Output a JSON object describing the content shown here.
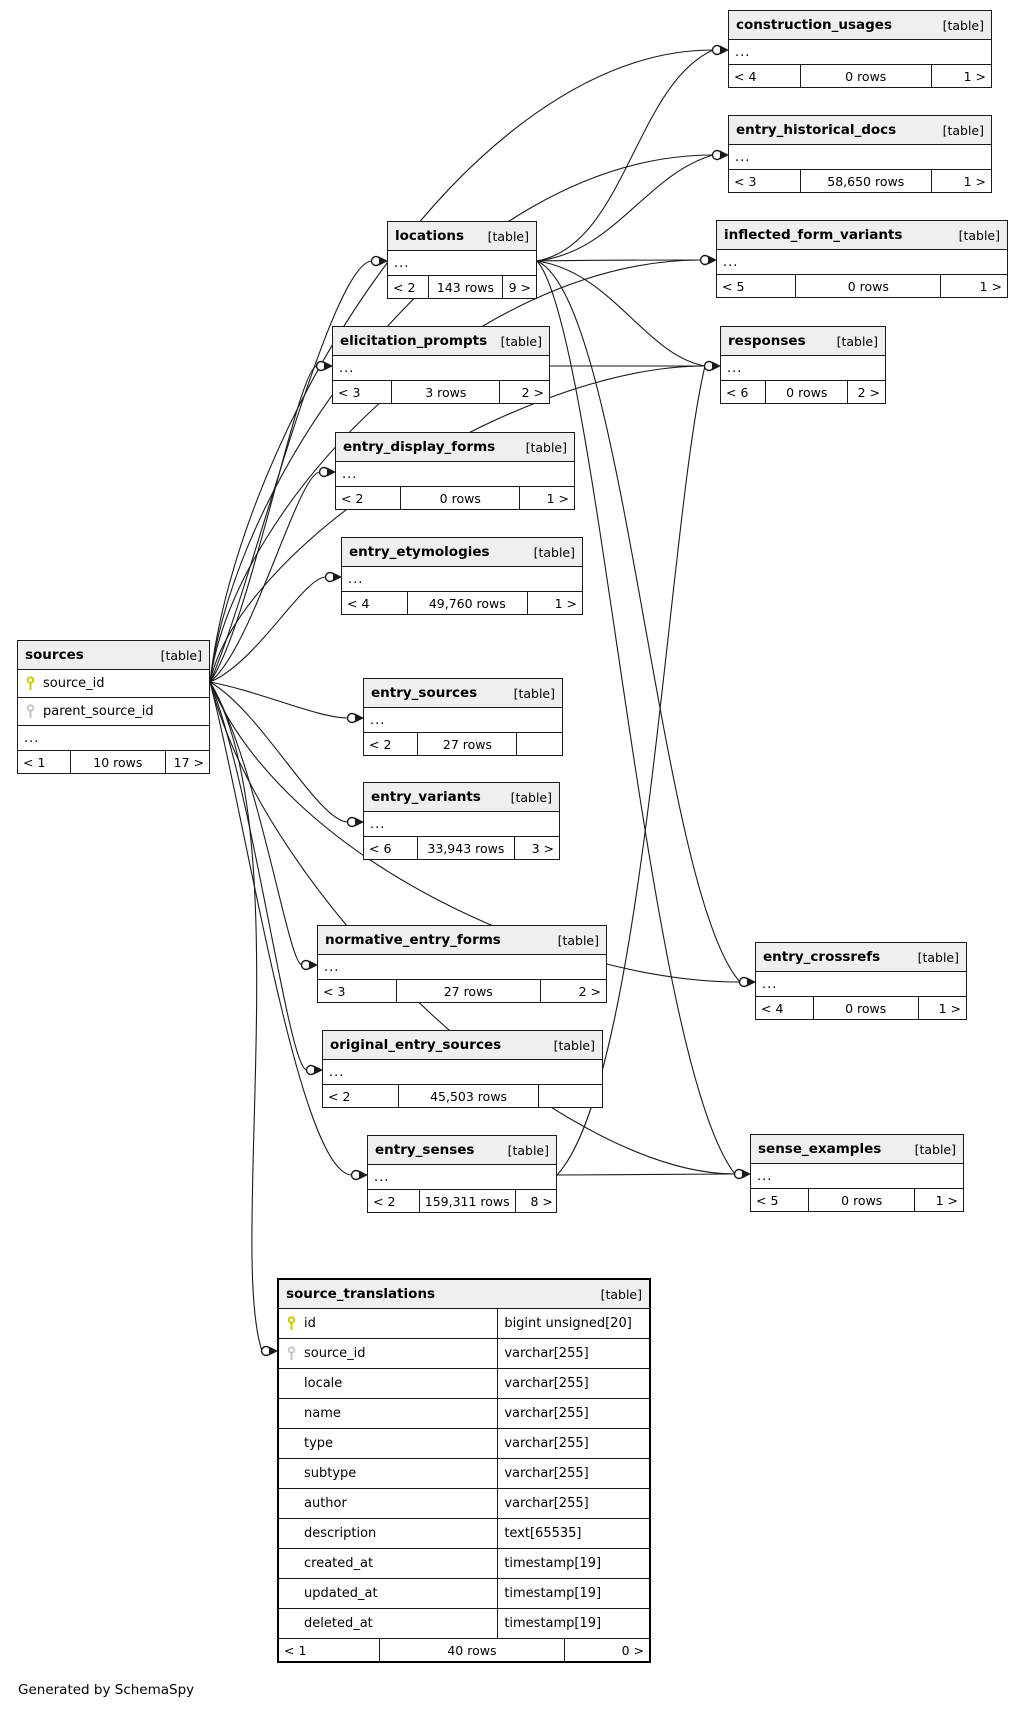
{
  "generated_by": "Generated by SchemaSpy",
  "colors": {
    "primary_key": "#cccc00",
    "foreign_key": "#c6c6c6",
    "header_bg": "#efefef",
    "line": "#1a1a1a"
  },
  "tables": [
    {
      "id": "construction_usages",
      "name": "construction_usages",
      "type_label": "[table]",
      "columns": [],
      "ellipsis": "...",
      "footer": {
        "parents": "< 4",
        "rows": "0 rows",
        "children": "1 >"
      }
    },
    {
      "id": "entry_historical_docs",
      "name": "entry_historical_docs",
      "type_label": "[table]",
      "columns": [],
      "ellipsis": "...",
      "footer": {
        "parents": "< 3",
        "rows": "58,650 rows",
        "children": "1 >"
      }
    },
    {
      "id": "locations",
      "name": "locations",
      "type_label": "[table]",
      "columns": [],
      "ellipsis": "...",
      "footer": {
        "parents": "< 2",
        "rows": "143 rows",
        "children": "9 >"
      }
    },
    {
      "id": "inflected_form_variants",
      "name": "inflected_form_variants",
      "type_label": "[table]",
      "columns": [],
      "ellipsis": "...",
      "footer": {
        "parents": "< 5",
        "rows": "0 rows",
        "children": "1 >"
      }
    },
    {
      "id": "elicitation_prompts",
      "name": "elicitation_prompts",
      "type_label": "[table]",
      "columns": [],
      "ellipsis": "...",
      "footer": {
        "parents": "< 3",
        "rows": "3 rows",
        "children": "2 >"
      }
    },
    {
      "id": "responses",
      "name": "responses",
      "type_label": "[table]",
      "columns": [],
      "ellipsis": "...",
      "footer": {
        "parents": "< 6",
        "rows": "0 rows",
        "children": "2 >"
      }
    },
    {
      "id": "entry_display_forms",
      "name": "entry_display_forms",
      "type_label": "[table]",
      "columns": [],
      "ellipsis": "...",
      "footer": {
        "parents": "< 2",
        "rows": "0 rows",
        "children": "1 >"
      }
    },
    {
      "id": "entry_etymologies",
      "name": "entry_etymologies",
      "type_label": "[table]",
      "columns": [],
      "ellipsis": "...",
      "footer": {
        "parents": "< 4",
        "rows": "49,760 rows",
        "children": "1 >"
      }
    },
    {
      "id": "sources",
      "name": "sources",
      "type_label": "[table]",
      "columns": [
        {
          "name": "source_id",
          "key": "primary"
        },
        {
          "name": "parent_source_id",
          "key": "secondary"
        }
      ],
      "ellipsis": "...",
      "footer": {
        "parents": "< 1",
        "rows": "10 rows",
        "children": "17 >"
      }
    },
    {
      "id": "entry_sources",
      "name": "entry_sources",
      "type_label": "[table]",
      "columns": [],
      "ellipsis": "...",
      "footer": {
        "parents": "< 2",
        "rows": "27 rows",
        "children": ""
      }
    },
    {
      "id": "entry_variants",
      "name": "entry_variants",
      "type_label": "[table]",
      "columns": [],
      "ellipsis": "...",
      "footer": {
        "parents": "< 6",
        "rows": "33,943 rows",
        "children": "3 >"
      }
    },
    {
      "id": "normative_entry_forms",
      "name": "normative_entry_forms",
      "type_label": "[table]",
      "columns": [],
      "ellipsis": "...",
      "footer": {
        "parents": "< 3",
        "rows": "27 rows",
        "children": "2 >"
      }
    },
    {
      "id": "original_entry_sources",
      "name": "original_entry_sources",
      "type_label": "[table]",
      "columns": [],
      "ellipsis": "...",
      "footer": {
        "parents": "< 2",
        "rows": "45,503 rows",
        "children": ""
      }
    },
    {
      "id": "entry_crossrefs",
      "name": "entry_crossrefs",
      "type_label": "[table]",
      "columns": [],
      "ellipsis": "...",
      "footer": {
        "parents": "< 4",
        "rows": "0 rows",
        "children": "1 >"
      }
    },
    {
      "id": "entry_senses",
      "name": "entry_senses",
      "type_label": "[table]",
      "columns": [],
      "ellipsis": "...",
      "footer": {
        "parents": "< 2",
        "rows": "159,311 rows",
        "children": "8 >"
      }
    },
    {
      "id": "sense_examples",
      "name": "sense_examples",
      "type_label": "[table]",
      "columns": [],
      "ellipsis": "...",
      "footer": {
        "parents": "< 5",
        "rows": "0 rows",
        "children": "1 >"
      }
    },
    {
      "id": "source_translations",
      "name": "source_translations",
      "type_label": "[table]",
      "columns": [
        {
          "name": "id",
          "type": "bigint unsigned[20]",
          "key": "primary"
        },
        {
          "name": "source_id",
          "type": "varchar[255]",
          "key": "secondary"
        },
        {
          "name": "locale",
          "type": "varchar[255]"
        },
        {
          "name": "name",
          "type": "varchar[255]"
        },
        {
          "name": "type",
          "type": "varchar[255]"
        },
        {
          "name": "subtype",
          "type": "varchar[255]"
        },
        {
          "name": "author",
          "type": "varchar[255]"
        },
        {
          "name": "description",
          "type": "text[65535]"
        },
        {
          "name": "created_at",
          "type": "timestamp[19]"
        },
        {
          "name": "updated_at",
          "type": "timestamp[19]"
        },
        {
          "name": "deleted_at",
          "type": "timestamp[19]"
        }
      ],
      "footer": {
        "parents": "< 1",
        "rows": "40 rows",
        "children": "0 >"
      }
    }
  ],
  "relationships": [
    {
      "from": "sources",
      "to": "construction_usages"
    },
    {
      "from": "sources",
      "to": "entry_historical_docs"
    },
    {
      "from": "sources",
      "to": "locations"
    },
    {
      "from": "sources",
      "to": "inflected_form_variants"
    },
    {
      "from": "sources",
      "to": "elicitation_prompts"
    },
    {
      "from": "sources",
      "to": "responses"
    },
    {
      "from": "sources",
      "to": "entry_display_forms"
    },
    {
      "from": "sources",
      "to": "entry_etymologies"
    },
    {
      "from": "sources",
      "to": "entry_sources"
    },
    {
      "from": "sources",
      "to": "entry_variants"
    },
    {
      "from": "sources",
      "to": "normative_entry_forms"
    },
    {
      "from": "sources",
      "to": "original_entry_sources"
    },
    {
      "from": "sources",
      "to": "entry_crossrefs"
    },
    {
      "from": "sources",
      "to": "entry_senses"
    },
    {
      "from": "sources",
      "to": "sense_examples"
    },
    {
      "from": "sources",
      "to": "source_translations"
    },
    {
      "from": "locations",
      "to": "construction_usages"
    },
    {
      "from": "locations",
      "to": "entry_historical_docs"
    },
    {
      "from": "locations",
      "to": "inflected_form_variants"
    },
    {
      "from": "locations",
      "to": "responses"
    },
    {
      "from": "locations",
      "to": "entry_crossrefs"
    },
    {
      "from": "locations",
      "to": "sense_examples"
    },
    {
      "from": "elicitation_prompts",
      "to": "responses"
    },
    {
      "from": "entry_senses",
      "to": "responses"
    },
    {
      "from": "entry_senses",
      "to": "sense_examples"
    }
  ]
}
